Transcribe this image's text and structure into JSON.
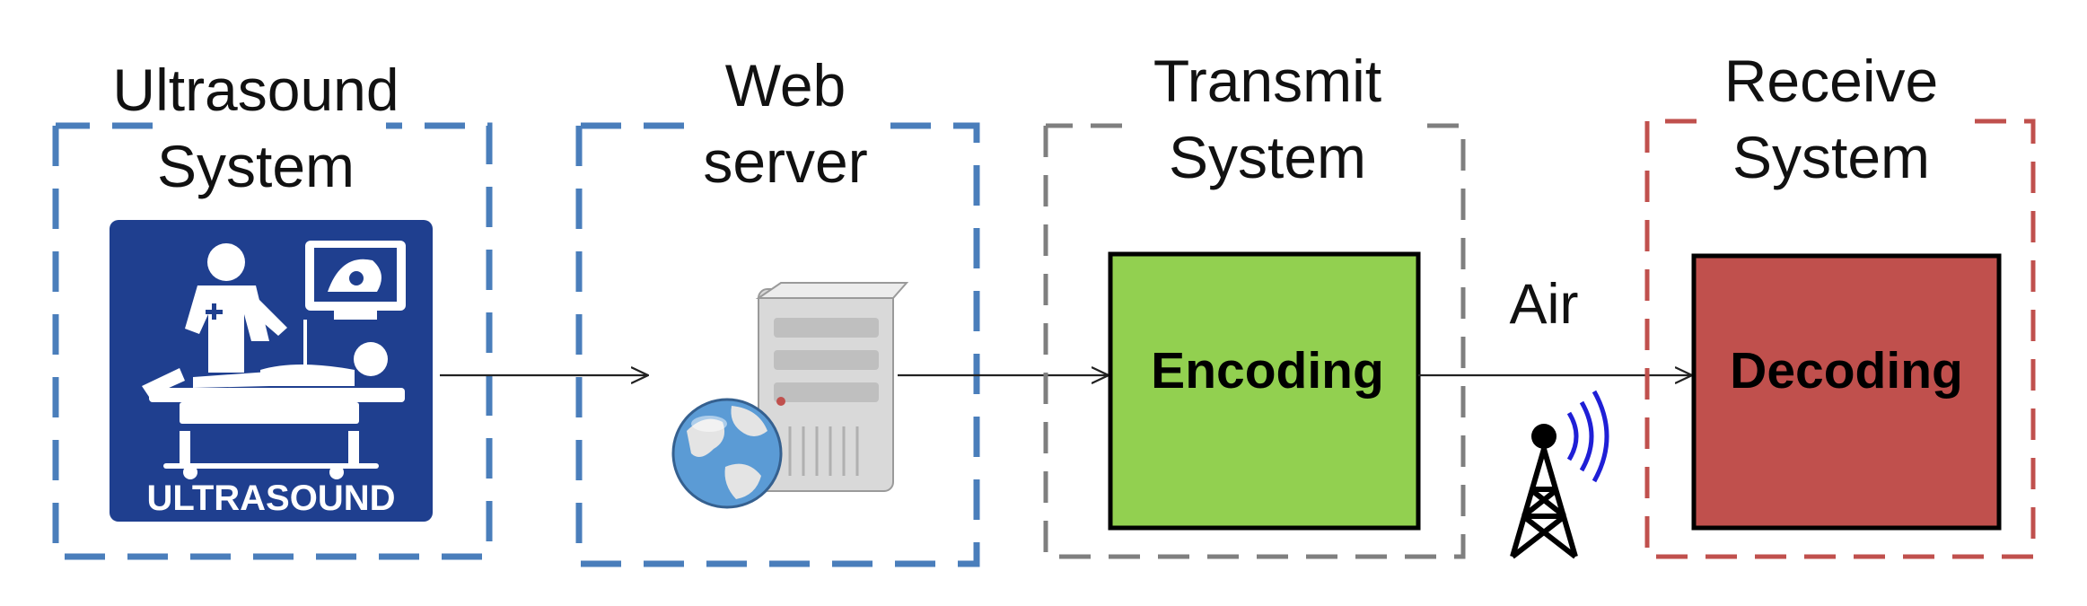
{
  "stages": [
    {
      "title_line1": "Ultrasound",
      "title_line2": "System",
      "icon": "ultrasound-icon",
      "icon_label": "ULTRASOUND",
      "border_color": "#4a7ebb"
    },
    {
      "title_line1": "Web",
      "title_line2": "server",
      "icon": "server-globe-icon",
      "border_color": "#4a7ebb"
    },
    {
      "title_line1": "Transmit",
      "title_line2": "System",
      "box_label": "Encoding",
      "box_color": "#92d050",
      "border_color": "#7f7f7f"
    },
    {
      "title_line1": "Receive",
      "title_line2": "System",
      "box_label": "Decoding",
      "box_color": "#c0504d",
      "border_color": "#c0504d"
    }
  ],
  "channel": {
    "label": "Air",
    "icon": "radio-tower-icon",
    "signal_color": "#1f1fd6"
  }
}
